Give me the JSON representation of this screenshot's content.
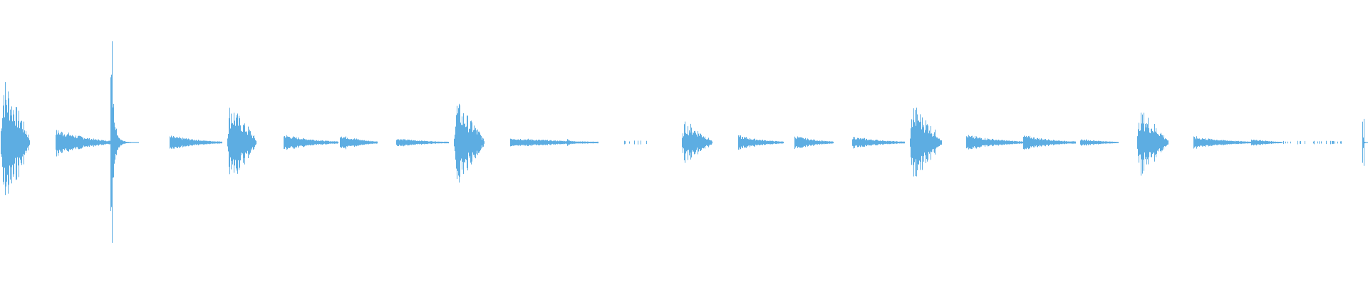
{
  "waveform": {
    "color": "#5dade2",
    "duration_units": 1920,
    "baseline_amplitude": 0.004,
    "events": [
      {
        "kind": "burst",
        "start": 0,
        "end": 42,
        "peak": 0.6
      },
      {
        "kind": "ramp",
        "start": 78,
        "end": 160,
        "peak": 0.12
      },
      {
        "kind": "spike",
        "start": 155,
        "end": 195,
        "peak": 1.0
      },
      {
        "kind": "ramp",
        "start": 238,
        "end": 312,
        "peak": 0.06
      },
      {
        "kind": "burst",
        "start": 318,
        "end": 360,
        "peak": 0.36
      },
      {
        "kind": "ramp",
        "start": 398,
        "end": 475,
        "peak": 0.07
      },
      {
        "kind": "ramp",
        "start": 477,
        "end": 530,
        "peak": 0.07
      },
      {
        "kind": "ramp",
        "start": 556,
        "end": 630,
        "peak": 0.035
      },
      {
        "kind": "burst",
        "start": 636,
        "end": 680,
        "peak": 0.38
      },
      {
        "kind": "ramp",
        "start": 716,
        "end": 840,
        "peak": 0.04
      },
      {
        "kind": "ramp",
        "start": 796,
        "end": 805,
        "peak": 0.03
      },
      {
        "kind": "dots",
        "start": 875,
        "end": 910,
        "peak": 0.01
      },
      {
        "kind": "burst",
        "start": 956,
        "end": 1000,
        "peak": 0.2
      },
      {
        "kind": "ramp",
        "start": 1036,
        "end": 1100,
        "peak": 0.06
      },
      {
        "kind": "ramp",
        "start": 1115,
        "end": 1170,
        "peak": 0.06
      },
      {
        "kind": "ramp",
        "start": 1196,
        "end": 1270,
        "peak": 0.05
      },
      {
        "kind": "burst",
        "start": 1276,
        "end": 1322,
        "peak": 0.36
      },
      {
        "kind": "ramp",
        "start": 1356,
        "end": 1440,
        "peak": 0.065
      },
      {
        "kind": "ramp",
        "start": 1436,
        "end": 1510,
        "peak": 0.065
      },
      {
        "kind": "ramp",
        "start": 1516,
        "end": 1570,
        "peak": 0.03
      },
      {
        "kind": "burst",
        "start": 1595,
        "end": 1640,
        "peak": 0.3
      },
      {
        "kind": "ramp",
        "start": 1675,
        "end": 1760,
        "peak": 0.05
      },
      {
        "kind": "ramp",
        "start": 1756,
        "end": 1800,
        "peak": 0.03
      },
      {
        "kind": "dots",
        "start": 1800,
        "end": 1890,
        "peak": 0.008
      },
      {
        "kind": "spike",
        "start": 1912,
        "end": 1920,
        "peak": 0.2
      }
    ]
  }
}
